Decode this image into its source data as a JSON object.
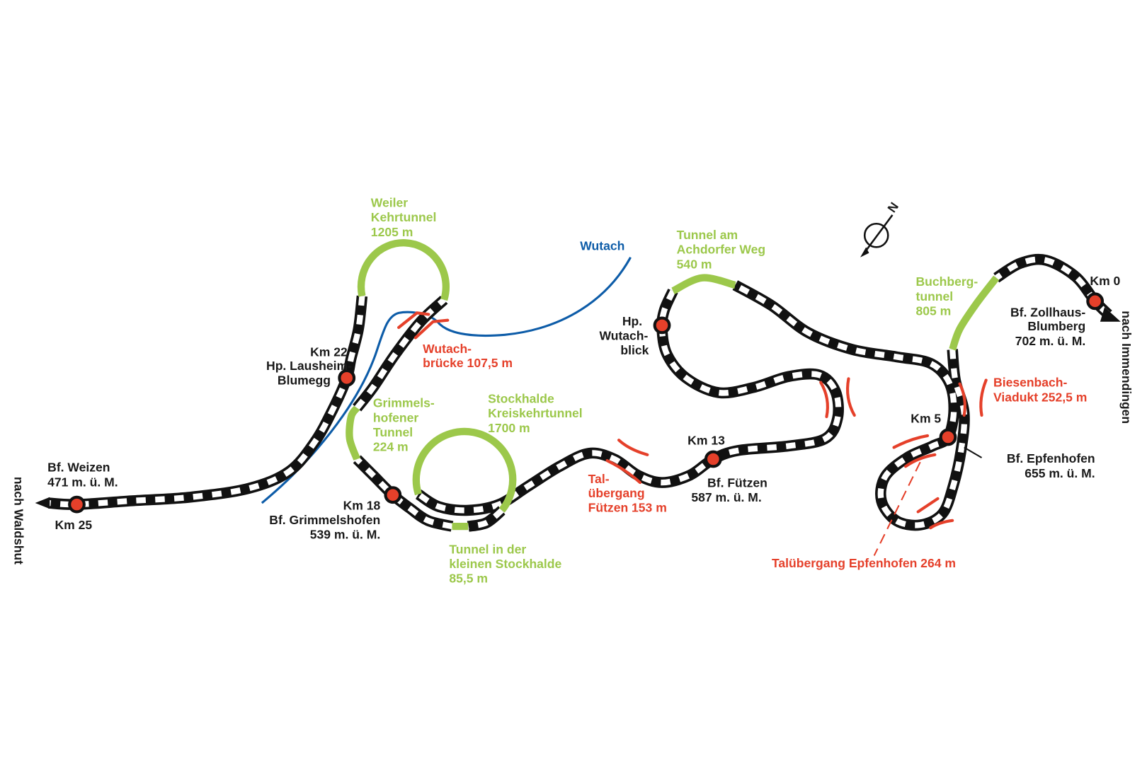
{
  "title": "Wutachtalbahn route map",
  "colors": {
    "track": "#111111",
    "tunnel": "#9cc84b",
    "bridge": "#e5402a",
    "river": "#0d5ca8",
    "station": "#e5402a"
  },
  "river": {
    "name": "Wutach"
  },
  "directions": {
    "east": "nach Immendingen",
    "west": "nach Waldshut"
  },
  "compass": {
    "north": "N"
  },
  "stations": {
    "zollhaus": {
      "km": "Km 0",
      "lines": [
        "Bf. Zollhaus-",
        "Blumberg",
        "702 m. ü. M."
      ]
    },
    "epfenhofen": {
      "km": "Km 5",
      "lines": [
        "Bf. Epfenhofen",
        "655 m. ü. M."
      ]
    },
    "wutachblick": {
      "lines": [
        "Hp.",
        "Wutach-",
        "blick"
      ]
    },
    "fuetzen": {
      "km": "Km 13",
      "lines": [
        "Bf. Fützen",
        "587 m. ü. M."
      ]
    },
    "grimmelshofen": {
      "km": "Km 18",
      "lines": [
        "Bf. Grimmelshofen",
        "539 m. ü. M."
      ]
    },
    "lausheim": {
      "km": "Km 22",
      "lines": [
        "Hp. Lausheim-",
        "Blumegg"
      ]
    },
    "weizen": {
      "km": "Km 25",
      "lines": [
        "Bf. Weizen",
        "471 m. ü. M."
      ]
    }
  },
  "tunnels": {
    "weiler": [
      "Weiler",
      "Kehrtunnel",
      "1205 m"
    ],
    "achdorfer": [
      "Tunnel am",
      "Achdorfer Weg",
      "540 m"
    ],
    "grimmelshofener": [
      "Grimmels-",
      "hofener",
      "Tunnel",
      "224 m"
    ],
    "stockhalde": [
      "Stockhalde",
      "Kreiskehrtunnel",
      "1700 m"
    ],
    "kleine_stockhalde": [
      "Tunnel in der",
      "kleinen Stockhalde",
      "85,5 m"
    ],
    "buchberg": [
      "Buchberg-",
      "tunnel",
      "805 m"
    ]
  },
  "bridges": {
    "wutachbruecke": [
      "Wutach-",
      "brücke 107,5 m"
    ],
    "fuetzen": [
      "Tal-",
      "übergang",
      "Fützen 153 m"
    ],
    "biesenbach": [
      "Biesenbach-",
      "Viadukt 252,5 m"
    ],
    "epfenhofen": [
      "Talübergang Epfenhofen 264 m"
    ]
  }
}
